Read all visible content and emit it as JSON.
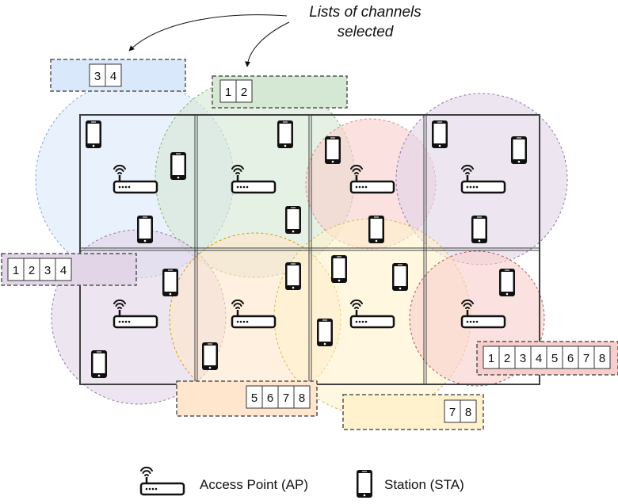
{
  "annotation": {
    "lines": [
      "Lists of channels",
      "selected"
    ]
  },
  "colors": {
    "blue": "#dae8fc",
    "green": "#d5e8d4",
    "red": "#f8cecc",
    "purple": "#e1d5e7",
    "orange": "#ffe6cc",
    "yellow": "#fff2cc",
    "grid_border": "#404040",
    "ink": "#111111"
  },
  "channel_lists": [
    {
      "id": "blue",
      "channels": [
        "3",
        "4"
      ]
    },
    {
      "id": "green",
      "channels": [
        "1",
        "2"
      ]
    },
    {
      "id": "purple-left",
      "channels": [
        "1",
        "2",
        "3",
        "4"
      ]
    },
    {
      "id": "red-right",
      "channels": [
        "1",
        "2",
        "3",
        "4",
        "5",
        "6",
        "7",
        "8"
      ]
    },
    {
      "id": "orange",
      "channels": [
        "5",
        "6",
        "7",
        "8"
      ]
    },
    {
      "id": "yellow",
      "channels": [
        "7",
        "8"
      ]
    }
  ],
  "legend": {
    "ap_label": "Access Point (AP)",
    "sta_label": "Station (STA)",
    "ap_icon": "access-point-icon",
    "sta_icon": "station-phone-icon"
  }
}
